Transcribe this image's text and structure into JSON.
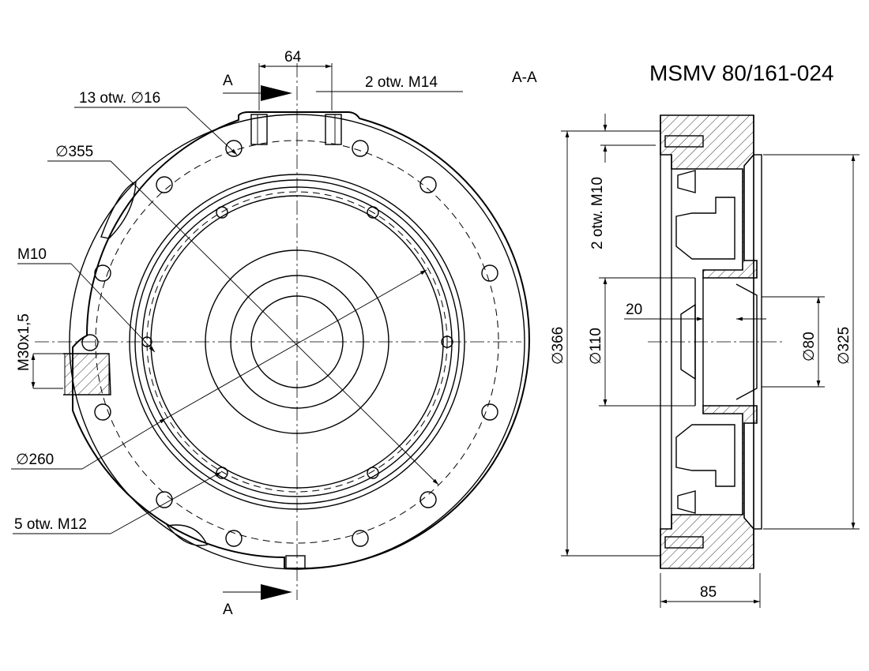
{
  "title": "MSMV 80/161-024",
  "front_view": {
    "section_label_top": "A",
    "section_label_bottom": "A",
    "dim_width": "64",
    "callout_holes_m14": "2 otw. M14",
    "callout_holes_16": "13 otw. ∅16",
    "callout_dia_355": "∅355",
    "callout_m10": "M10",
    "callout_m30": "M30x1,5",
    "callout_dia_260": "∅260",
    "callout_holes_m12": "5 otw. M12"
  },
  "section_view": {
    "label": "A-A",
    "dim_holes_m10": "2 otw. M10",
    "dim_dia_366": "∅366",
    "dim_dia_110": "∅110",
    "dim_20": "20",
    "dim_dia_80": "∅80",
    "dim_dia_325": "∅325",
    "dim_85": "85"
  }
}
